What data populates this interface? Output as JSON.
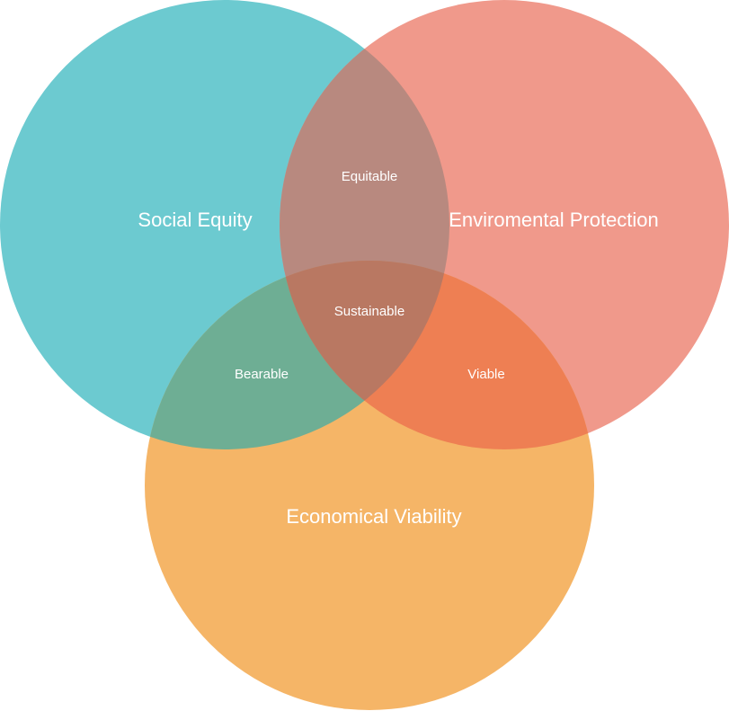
{
  "sets": [
    {
      "id": "social",
      "label": "Social Equity",
      "color": "#6ccad0"
    },
    {
      "id": "environment",
      "label": "Enviromental Protection",
      "color": "#f0998b"
    },
    {
      "id": "economy",
      "label": "Economical Viability",
      "color": "#f5b567"
    }
  ],
  "overlaps": [
    {
      "sets": [
        "social",
        "environment"
      ],
      "label": "Equitable",
      "color": "#b8897f"
    },
    {
      "sets": [
        "social",
        "economy"
      ],
      "label": "Bearable",
      "color": "#6eae94"
    },
    {
      "sets": [
        "environment",
        "economy"
      ],
      "label": "Viable",
      "color": "#ee7f53"
    },
    {
      "sets": [
        "social",
        "environment",
        "economy"
      ],
      "label": "Sustainable",
      "color": "#b97862"
    }
  ]
}
